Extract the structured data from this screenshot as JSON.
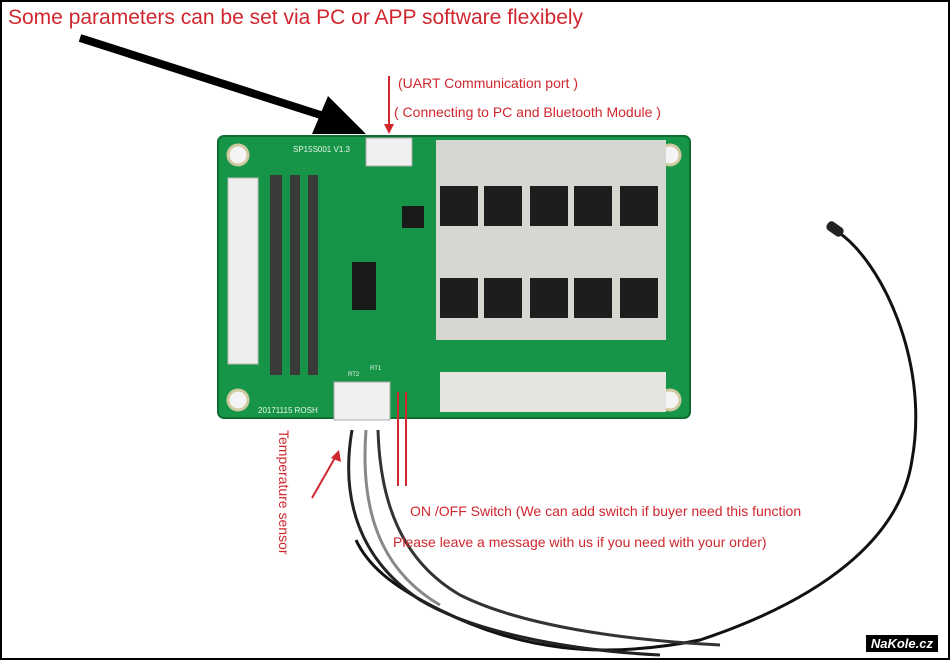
{
  "headline": "Some parameters can be set via PC or APP software flexibely",
  "uart_line1": "(UART Communication port )",
  "uart_line2": "( Connecting to PC and Bluetooth Module )",
  "temperature_label": "Temperature sensor",
  "onoff_line": "ON /OFF Switch  (We can add switch if buyer need this function",
  "leave_line": "Please leave a message with us if you need with your order)",
  "watermark": "NaKole.cz",
  "board_silkscreen": {
    "model": "SP15S001 V1.3",
    "date": "20171115  ROSH",
    "rt2": "RT2",
    "rt1": "RT1"
  },
  "colors": {
    "pcb": "#169447",
    "annotation": "#d0262e",
    "arrow": "#000000"
  }
}
